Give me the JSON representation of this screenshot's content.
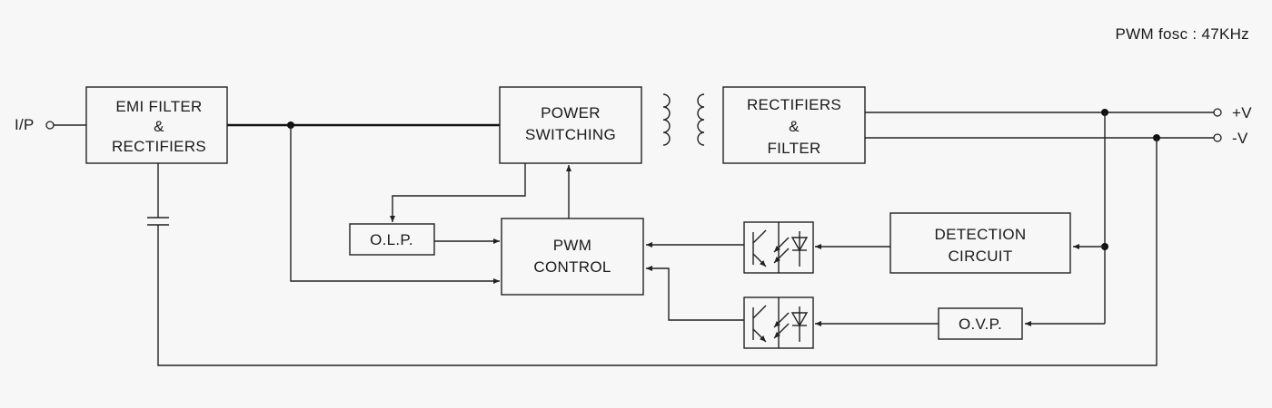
{
  "header": {
    "freq_label": "PWM fosc : 47KHz"
  },
  "terminals": {
    "input": "I/P",
    "pos_out": "+V",
    "neg_out": "-V"
  },
  "blocks": {
    "emi": [
      "EMI FILTER",
      "&",
      "RECTIFIERS"
    ],
    "power_switching": [
      "POWER",
      "SWITCHING"
    ],
    "out_rectifiers": [
      "RECTIFIERS",
      "&",
      "FILTER"
    ],
    "olp": "O.L.P.",
    "pwm_control": [
      "PWM",
      "CONTROL"
    ],
    "detection": [
      "DETECTION",
      "CIRCUIT"
    ],
    "ovp": "O.V.P."
  },
  "colors": {
    "line": "#222222",
    "background": "#f7f7f7"
  }
}
